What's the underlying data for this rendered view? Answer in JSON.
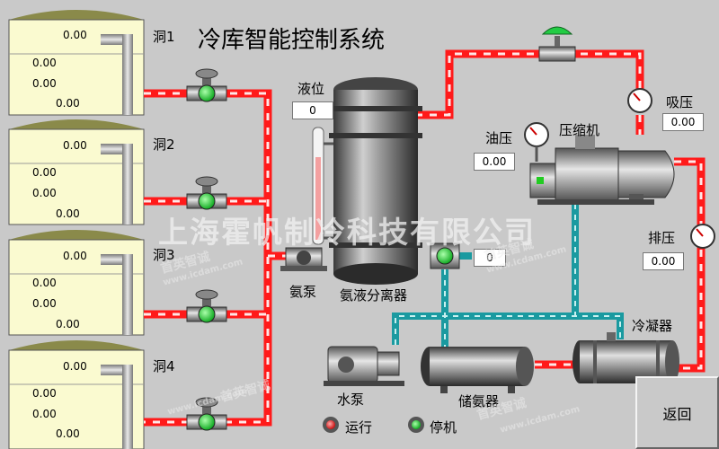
{
  "title": "冷库智能控制系统",
  "rooms": [
    {
      "label": "洞1",
      "readings": [
        "0.00",
        "0.00",
        "0.00",
        "0.00"
      ]
    },
    {
      "label": "洞2",
      "readings": [
        "0.00",
        "0.00",
        "0.00",
        "0.00"
      ]
    },
    {
      "label": "洞3",
      "readings": [
        "0.00",
        "0.00",
        "0.00",
        "0.00"
      ]
    },
    {
      "label": "洞4",
      "readings": [
        "0.00",
        "0.00",
        "0.00",
        "0.00"
      ]
    }
  ],
  "separator": {
    "label": "氨液分离器",
    "level_label": "液位",
    "level_value": "0"
  },
  "ammonia_pump": {
    "label": "氨泵"
  },
  "pump_valve_value": "0",
  "compressor": {
    "label": "压缩机"
  },
  "oil_pressure": {
    "label": "油压",
    "value": "0.00"
  },
  "suction_pressure": {
    "label": "吸压",
    "value": "0.00"
  },
  "discharge_pressure": {
    "label": "排压",
    "value": "0.00"
  },
  "condenser": {
    "label": "冷凝器"
  },
  "water_pump": {
    "label": "水泵"
  },
  "receiver": {
    "label": "储氨器"
  },
  "legend": {
    "run": "运行",
    "stop": "停机"
  },
  "back_button": "返回",
  "watermark": {
    "main": "上海霍帆制冷科技有限公司",
    "small": "首英智诚",
    "url": "www.icdam.com"
  },
  "colors": {
    "pipe_red": "#ff1a1a",
    "pipe_teal": "#1a9aa0",
    "valve_green": "#22dd33",
    "background": "#c9c9c9"
  }
}
